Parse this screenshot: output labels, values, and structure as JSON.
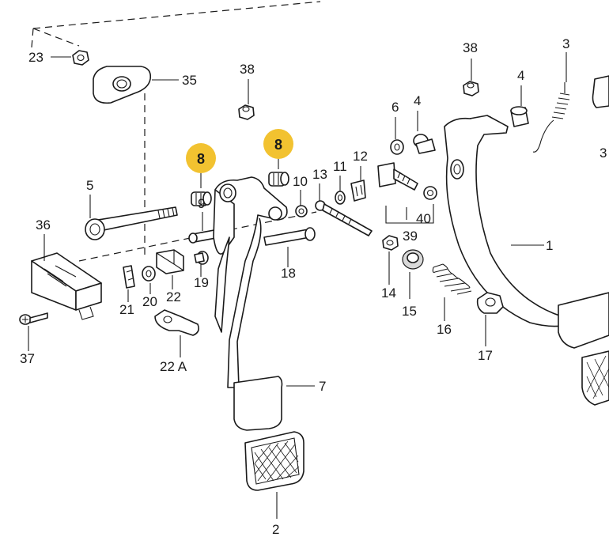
{
  "diagram": {
    "highlight_color": "#f2c230",
    "line_color": "#1a1a1a",
    "callouts": [
      {
        "key": "p23",
        "label": "23"
      },
      {
        "key": "p35",
        "label": "35"
      },
      {
        "key": "p38a",
        "label": "38"
      },
      {
        "key": "p38b",
        "label": "38"
      },
      {
        "key": "p3a",
        "label": "3"
      },
      {
        "key": "p3b",
        "label": "3"
      },
      {
        "key": "p4a",
        "label": "4"
      },
      {
        "key": "p4b",
        "label": "4"
      },
      {
        "key": "p6",
        "label": "6"
      },
      {
        "key": "p12",
        "label": "12"
      },
      {
        "key": "p11",
        "label": "11"
      },
      {
        "key": "p13",
        "label": "13"
      },
      {
        "key": "p10",
        "label": "10"
      },
      {
        "key": "p5",
        "label": "5"
      },
      {
        "key": "p36",
        "label": "36"
      },
      {
        "key": "p9",
        "label": "9"
      },
      {
        "key": "p40",
        "label": "40"
      },
      {
        "key": "p39",
        "label": "39"
      },
      {
        "key": "p1",
        "label": "1"
      },
      {
        "key": "p18",
        "label": "18"
      },
      {
        "key": "p14",
        "label": "14"
      },
      {
        "key": "p15",
        "label": "15"
      },
      {
        "key": "p16",
        "label": "16"
      },
      {
        "key": "p17",
        "label": "17"
      },
      {
        "key": "p19",
        "label": "19"
      },
      {
        "key": "p20",
        "label": "20"
      },
      {
        "key": "p21",
        "label": "21"
      },
      {
        "key": "p22",
        "label": "22"
      },
      {
        "key": "p22a",
        "label": "22 A"
      },
      {
        "key": "p37",
        "label": "37"
      },
      {
        "key": "p7",
        "label": "7"
      },
      {
        "key": "p2",
        "label": "2"
      }
    ],
    "highlighted": [
      {
        "key": "h8a",
        "label": "8"
      },
      {
        "key": "h8b",
        "label": "8"
      }
    ]
  }
}
